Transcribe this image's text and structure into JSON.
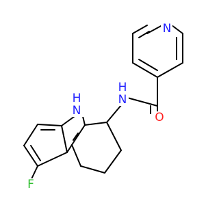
{
  "molecule": {
    "atoms": [
      {
        "id": "pyridine-n",
        "symbol": "N",
        "color": "#2020ff"
      },
      {
        "id": "amide-o",
        "symbol": "O",
        "color": "#ff2020"
      },
      {
        "id": "amide-nh",
        "symbol": "N",
        "sub": "H",
        "color": "#2020ff"
      },
      {
        "id": "indole-nh",
        "symbol": "N",
        "sub": "H",
        "color": "#2020ff"
      },
      {
        "id": "fluorine",
        "symbol": "F",
        "color": "#2dbe2d"
      }
    ]
  }
}
